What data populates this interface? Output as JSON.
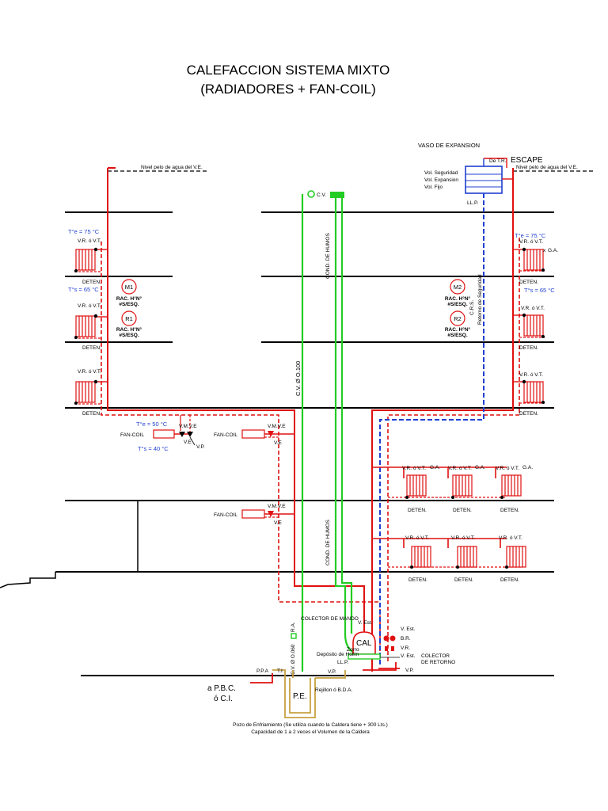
{
  "title": {
    "line1": "CALEFACCION SISTEMA MIXTO",
    "line2": "(RADIADORES + FAN-COIL)"
  },
  "colors": {
    "supply": "#e01010",
    "return": "#e01010",
    "expansion_return": "#1f3fd0",
    "chimney": "#22cc22",
    "floor": "#000000",
    "drain": "#c8a040"
  },
  "labels": {
    "vaso_expansion": "VASO DE EXPANSION",
    "escape": "ESCAPE",
    "de_tr": "De T.R.",
    "vol_seguridad": "Vol. Seguridad",
    "vol_expansion": "Vol. Expansion",
    "vol_fijo": "Vol. Fijo",
    "llp": "LL.P.",
    "nivel_left": "Nivel pelo de agua del V.E.",
    "nivel_right": "Nivel pelo de agua del V.E.",
    "cv": "C.V.",
    "cond_humos_upper": "COND. DE HUMOS",
    "cond_humos_lower": "COND. DE HUMOS",
    "cv_diam_100": "C.V. Ø O.100",
    "cv_diam_060": "C.V. Ø O.060",
    "crs": "C.R.S.",
    "retorno_seguridad": "Retorno de Seguridad",
    "te_75_left": "T°e = 75 °C",
    "ts_65_left": "T°s = 65 °C",
    "te_75_right": "T°e = 75 °C",
    "ts_65_right": "T°s = 65 °C",
    "te_50": "T°e = 50 °C",
    "ts_40": "T°s = 40 °C",
    "vr_vt": "V.R. ó V.T.",
    "deten": "DETEN.",
    "ga": "G.A.",
    "fan_coil": "FAN-COIL",
    "vmve": "V.M.V.E",
    "ve": "V.E",
    "vp": "V.P.",
    "m1": "M1",
    "r1": "R1",
    "m2": "M2",
    "r2": "R2",
    "rac_hn": "RAC. H°N°",
    "s_esq": "#S/ESQ.",
    "colector_mando": "COLECTOR DE MANDO",
    "colector_retorno": "COLECTOR DE RETORNO",
    "v_est": "V. Est.",
    "br": "B.R.",
    "vr": "V.R.",
    "cal": "CAL",
    "zorro": "Zorro",
    "deposito_hollin": "Depósito de Hollín",
    "ra": "R.A.",
    "ppa": "P.P.A",
    "ti": "T.I.",
    "pe": "P.E.",
    "rejillon": "Rejillon ó B.D.A.",
    "a_pbc": "a P.B.C.",
    "o_ci": "ó C.I.",
    "pozo_line1": "Pozo de Enfriamiento (Se utiliza cuando la Caldera tiene + 300 Lts.)",
    "pozo_line2": "Capacidad de 1 a 2 veces el Volumen de la Caldera"
  }
}
